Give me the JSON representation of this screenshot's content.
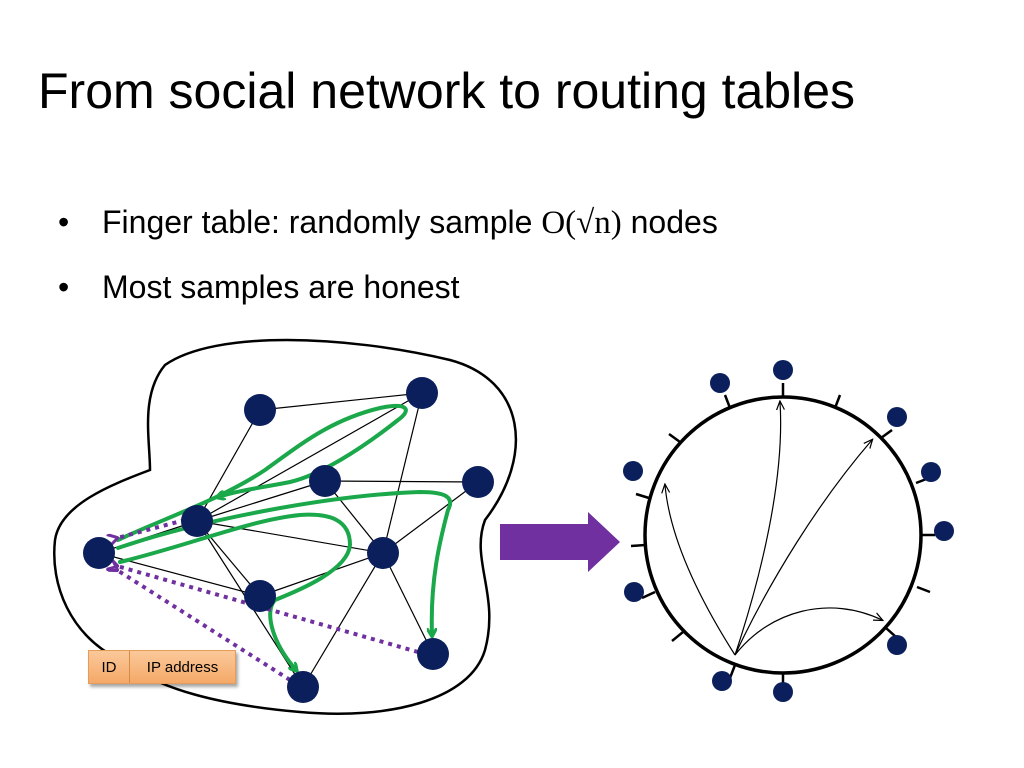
{
  "title": "From social network to routing tables",
  "bullets": [
    {
      "text_before": "Finger table: randomly sample ",
      "math": "O(√n)",
      "text_after": " nodes"
    },
    {
      "text_before": "Most samples are honest",
      "math": "",
      "text_after": ""
    }
  ],
  "bullet_glyph": "•",
  "record": {
    "id_label": "ID",
    "ip_label": "IP address"
  },
  "colors": {
    "node": "#0b1f5c",
    "green_path": "#1aa84a",
    "purple": "#7030a0",
    "tag_fill": "#f8b47a"
  }
}
